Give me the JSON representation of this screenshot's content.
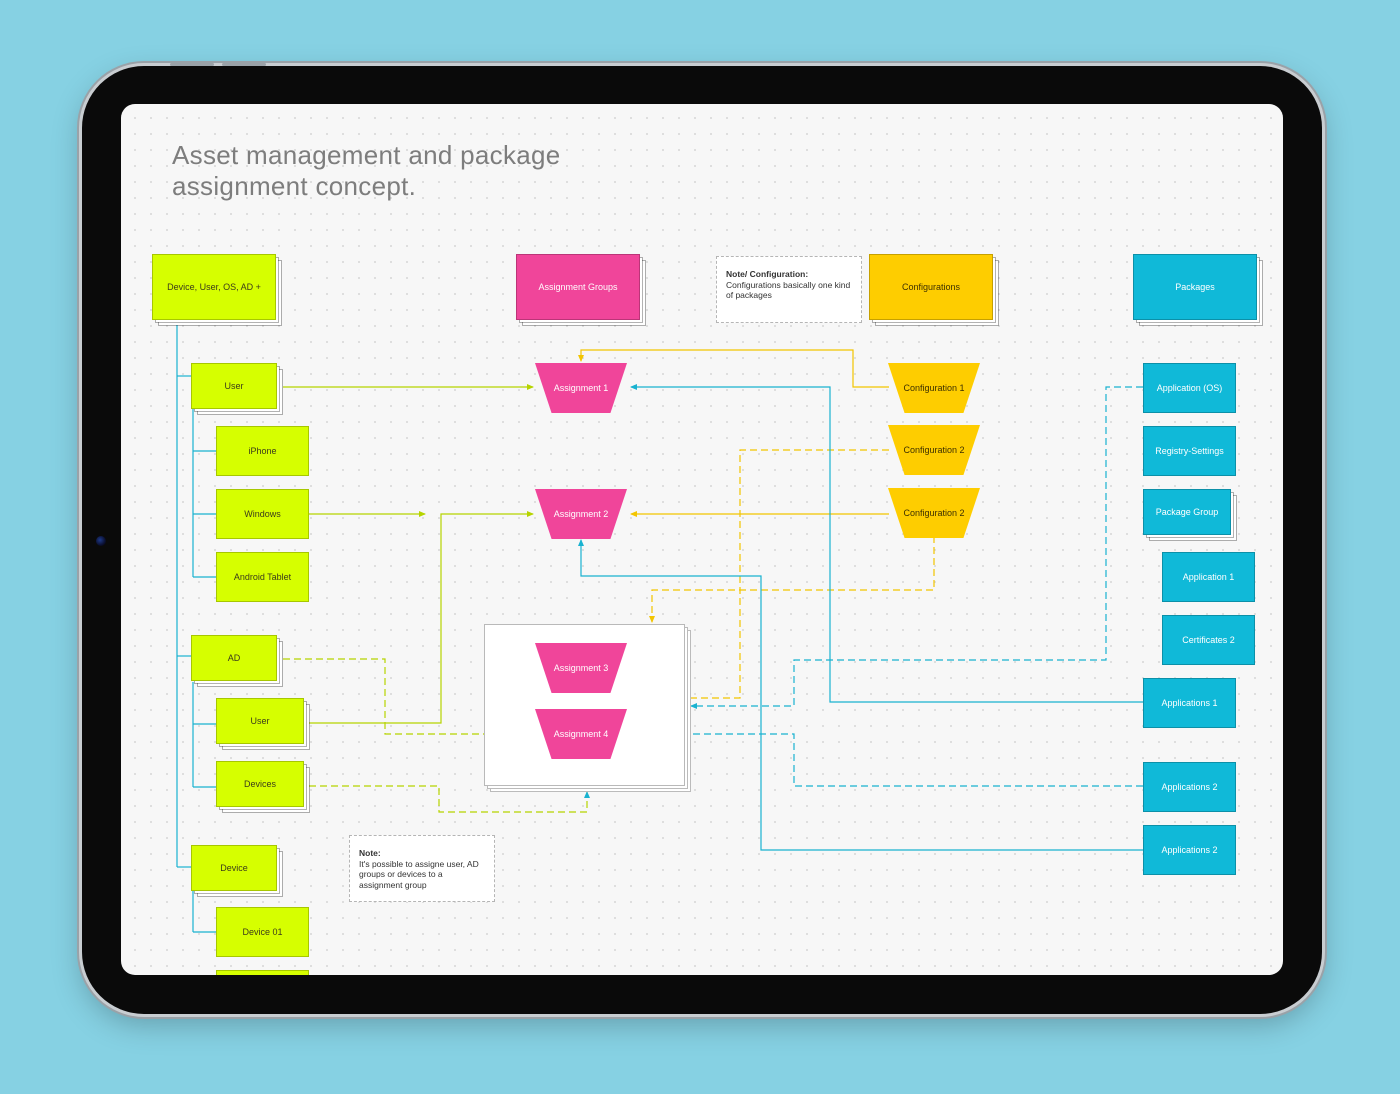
{
  "title": "Asset management and package\nassignment concept.",
  "colors": {
    "lime": "#d6ff00",
    "pink": "#f0459a",
    "gold": "#fecd00",
    "cyan": "#10b9d8",
    "background": "#86d1e3"
  },
  "headers": {
    "device": "Device, User, OS, AD  +",
    "assignment_groups": "Assignment Groups",
    "configurations": "Configurations",
    "packages": "Packages"
  },
  "devices": {
    "user": "User",
    "iphone": "iPhone",
    "windows": "Windows",
    "android": "Android Tablet",
    "ad": "AD",
    "ad_user": "User",
    "ad_devices": "Devices",
    "device": "Device",
    "device01": "Device 01"
  },
  "assignments": {
    "a1": "Assignment 1",
    "a2": "Assignment 2",
    "a3": "Assignment 3",
    "a4": "Assignment 4"
  },
  "configurations": {
    "c1": "Configuration 1",
    "c2": "Configuration 2",
    "c3": "Configuration 2"
  },
  "packages": {
    "app_os": "Application (OS)",
    "registry": "Registry-Settings",
    "package_group": "Package Group",
    "application1": "Application 1",
    "certificates2": "Certificates 2",
    "applications1": "Applications 1",
    "applications2a": "Applications 2",
    "applications2b": "Applications 2"
  },
  "notes": {
    "config_title": "Note/ Configuration:",
    "config_body": "Configurations basically one kind of packages",
    "assign_title": "Note:",
    "assign_body": "It's possible to assigne user, AD groups or devices to a assignment group"
  }
}
